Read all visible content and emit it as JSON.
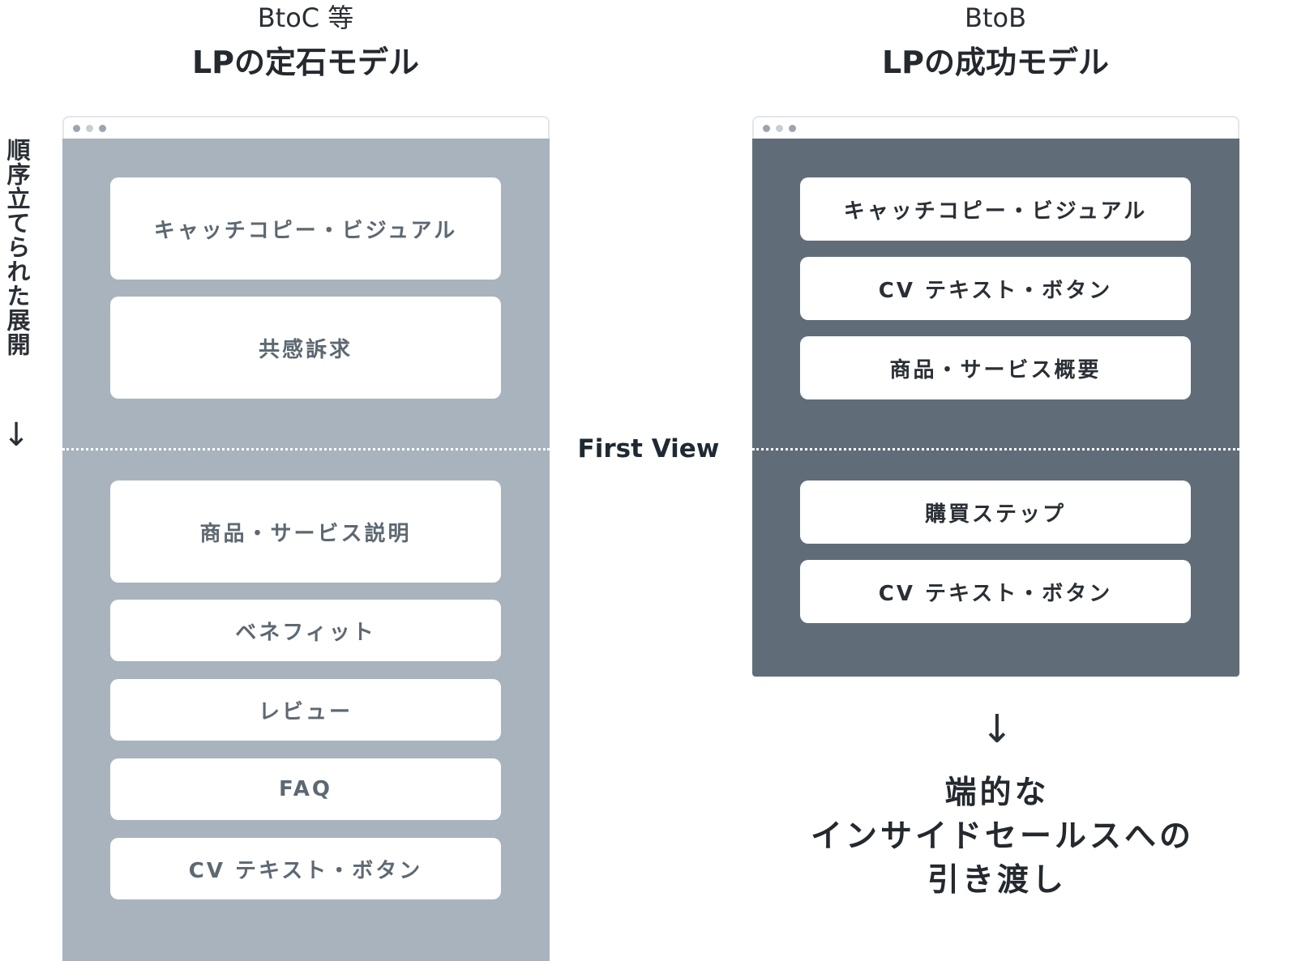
{
  "left_column": {
    "subtitle": "BtoC 等",
    "title": "LPの定石モデル",
    "window_dots": [
      "#9aa5b0",
      "#c7ced5",
      "#9aa5b0"
    ],
    "above_fold": [
      "キャッチコピー・ビジュアル",
      "共感訴求"
    ],
    "below_fold": [
      "商品・サービス説明",
      "ベネフィット",
      "レビュー",
      "FAQ",
      "CV テキスト・ボタン"
    ]
  },
  "right_column": {
    "subtitle": "BtoB",
    "title": "LPの成功モデル",
    "window_dots": [
      "#9aa5b0",
      "#c7ced5",
      "#9aa5b0"
    ],
    "above_fold": [
      "キャッチコピー・ビジュアル",
      "CV テキスト・ボタン",
      "商品・サービス概要"
    ],
    "below_fold": [
      "購買ステップ",
      "CV テキスト・ボタン"
    ]
  },
  "fold_label": "First View",
  "sequence_label": "順序立てられた展開",
  "sequence_arrow": "↓",
  "handoff_arrow": "↓",
  "handoff_lines": [
    "端的な",
    "インサイドセールスへの",
    "引き渡し"
  ],
  "colors": {
    "left_window_body": "#a8b3bd",
    "right_window_body": "#606d79",
    "box": "#ffffff",
    "left_box_text": "#5d6872",
    "right_box_text": "#2a2f35"
  }
}
